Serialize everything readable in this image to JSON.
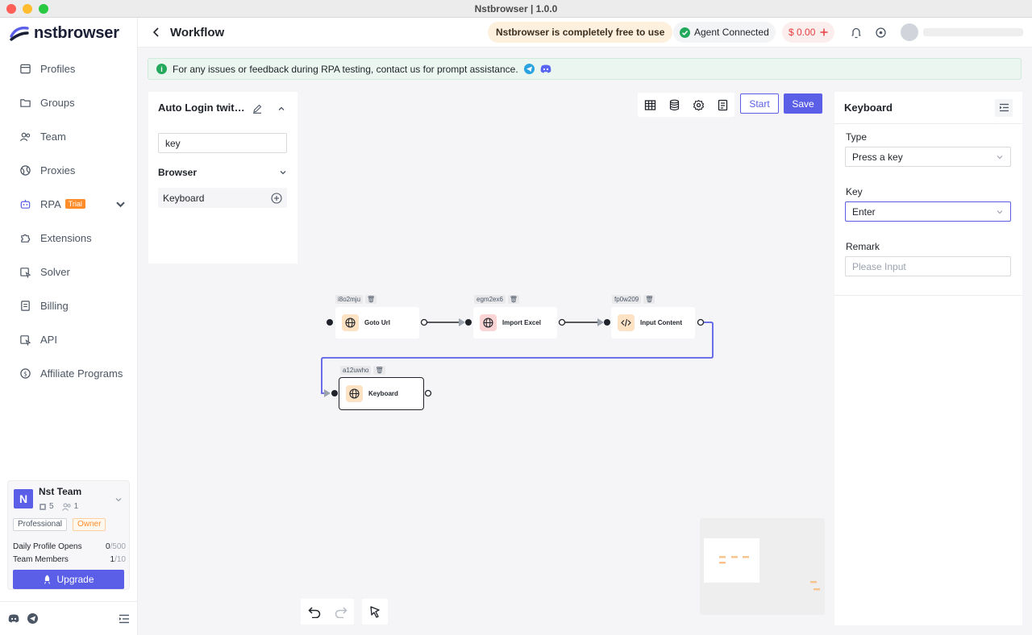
{
  "window": {
    "title": "Nstbrowser | 1.0.0"
  },
  "brand": {
    "name": "nstbrowser",
    "accent": "#5b5fe8"
  },
  "sidebar": {
    "items": [
      {
        "label": "Profiles",
        "icon": "profiles-icon"
      },
      {
        "label": "Groups",
        "icon": "folder-icon"
      },
      {
        "label": "Team",
        "icon": "team-icon"
      },
      {
        "label": "Proxies",
        "icon": "globe-icon"
      },
      {
        "label": "RPA",
        "icon": "robot-icon",
        "badge": "Trial"
      },
      {
        "label": "Extensions",
        "icon": "puzzle-icon"
      },
      {
        "label": "Solver",
        "icon": "solver-icon"
      },
      {
        "label": "Billing",
        "icon": "billing-icon"
      },
      {
        "label": "API",
        "icon": "api-icon"
      },
      {
        "label": "Affiliate Programs",
        "icon": "dollar-icon"
      }
    ],
    "team": {
      "avatar": "N",
      "name": "Nst Team",
      "profiles_count": "5",
      "members_count": "1",
      "plan": "Professional",
      "role": "Owner",
      "daily_opens_label": "Daily Profile Opens",
      "daily_opens_used": "0",
      "daily_opens_total": "/500",
      "members_label": "Team Members",
      "members_used": "1",
      "members_total": "/10",
      "upgrade_label": "Upgrade"
    }
  },
  "header": {
    "title": "Workflow",
    "free_notice": "Nstbrowser is completely free to use",
    "agent_status": "Agent Connected",
    "balance": "$ 0.00"
  },
  "notice": {
    "text": "For any issues or feedback during RPA testing, contact us for prompt assistance."
  },
  "left_panel": {
    "workflow_title": "Auto Login twitter",
    "search_value": "key",
    "group_label": "Browser",
    "items": [
      {
        "label": "Keyboard"
      }
    ]
  },
  "toolbar": {
    "start_label": "Start",
    "save_label": "Save"
  },
  "flow": {
    "nodes": [
      {
        "id": "i8o2mju",
        "label": "Goto Url",
        "icon": "globe-icon"
      },
      {
        "id": "egm2ex6",
        "label": "Import Excel",
        "icon": "globe-icon"
      },
      {
        "id": "fp0w209",
        "label": "Input Content",
        "icon": "code-icon"
      },
      {
        "id": "a12uwho",
        "label": "Keyboard",
        "icon": "globe-icon"
      }
    ]
  },
  "right_panel": {
    "title": "Keyboard",
    "type_label": "Type",
    "type_value": "Press a key",
    "key_label": "Key",
    "key_value": "Enter",
    "remark_label": "Remark",
    "remark_placeholder": "Please Input"
  }
}
